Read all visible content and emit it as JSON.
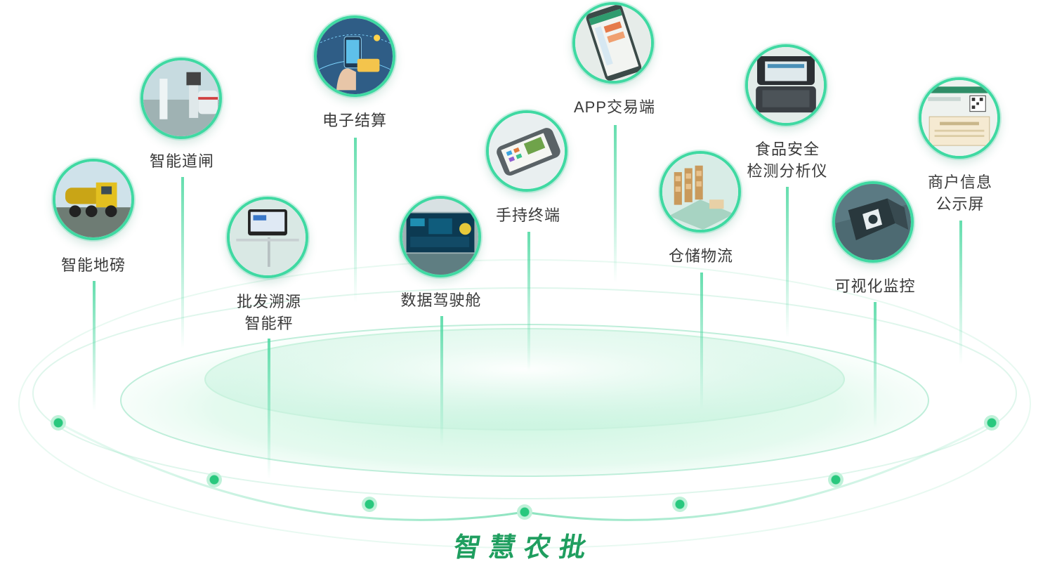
{
  "title": "智慧农批",
  "colors": {
    "accent": "#3fd9a2",
    "dark_green": "#1f9e5f",
    "text": "#3a3a3a"
  },
  "items": [
    {
      "id": "weighbridge",
      "label": [
        "智能地磅"
      ],
      "icon": "truck-icon"
    },
    {
      "id": "gate",
      "label": [
        "智能道闸"
      ],
      "icon": "barrier-gate-icon"
    },
    {
      "id": "scale",
      "label": [
        "批发溯源",
        "智能秤"
      ],
      "icon": "smart-scale-icon"
    },
    {
      "id": "payment",
      "label": [
        "电子结算"
      ],
      "icon": "mobile-payment-icon"
    },
    {
      "id": "cockpit",
      "label": [
        "数据驾驶舱"
      ],
      "icon": "dashboard-screen-icon"
    },
    {
      "id": "handheld",
      "label": [
        "手持终端"
      ],
      "icon": "handheld-terminal-icon"
    },
    {
      "id": "app",
      "label": [
        "APP交易端"
      ],
      "icon": "mobile-app-icon"
    },
    {
      "id": "warehouse",
      "label": [
        "仓储物流"
      ],
      "icon": "warehouse-icon"
    },
    {
      "id": "analyzer",
      "label": [
        "食品安全",
        "检测分析仪"
      ],
      "icon": "analyzer-case-icon"
    },
    {
      "id": "camera",
      "label": [
        "可视化监控"
      ],
      "icon": "camera-icon"
    },
    {
      "id": "info",
      "label": [
        "商户信息",
        "公示屏"
      ],
      "icon": "info-screen-icon"
    }
  ]
}
